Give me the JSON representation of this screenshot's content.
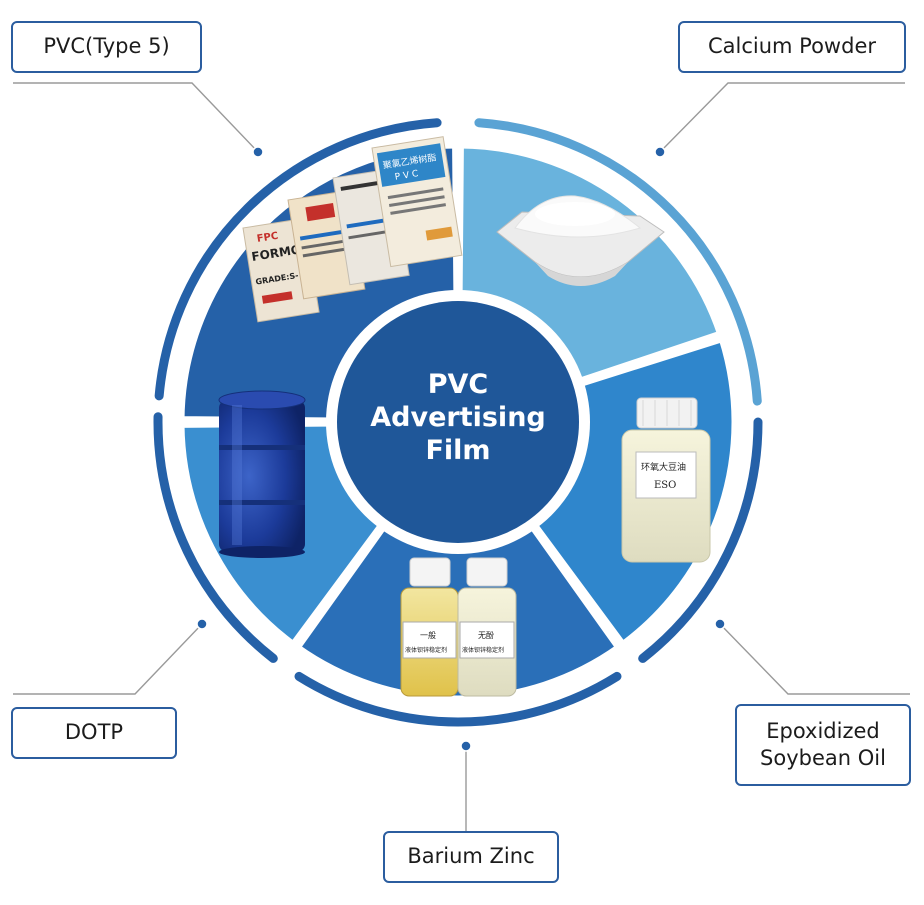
{
  "center": {
    "lines": [
      "PVC",
      "Advertising",
      "Film"
    ]
  },
  "labels": {
    "pvc": "PVC(Type 5)",
    "calcium": "Calcium Powder",
    "dotp": "DOTP",
    "eso_line1": "Epoxidized",
    "eso_line2": "Soybean Oil",
    "barium": "Barium Zinc"
  },
  "product_text": {
    "pvc_bag_1": "FPC",
    "pvc_bag_2": "FORMOL",
    "pvc_bag_grade": "GRADE:S-",
    "pvc_bag_cn": "聚氯乙烯树脂",
    "pvc_bag_pvc": "P V C",
    "eso_label_cn": "环氧大豆油",
    "eso_label_en": "ESO",
    "bazn_left_cn": "一般",
    "bazn_left_desc": "液体钡锌稳定剂",
    "bazn_right_cn": "无酚",
    "bazn_right_desc": "液体钡锌稳定剂"
  },
  "colors": {
    "ring_dark": "#2561a8",
    "ring_light": "#5aa3d4",
    "center": "#1f5799",
    "seg_pvc": "#2561a8",
    "seg_calcium": "#69b3dd",
    "seg_eso": "#2f86cc",
    "seg_bazn": "#2a6fb8",
    "seg_dotp": "#3a8fd0"
  }
}
